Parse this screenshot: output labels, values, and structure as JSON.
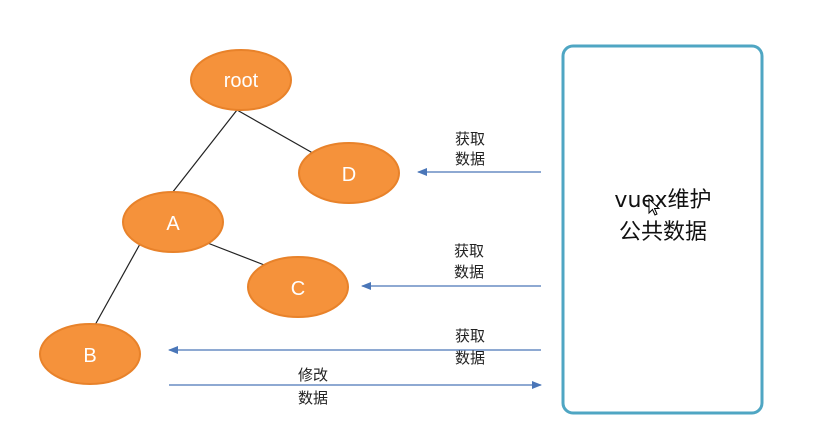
{
  "colors": {
    "node_fill": "#f5923b",
    "node_stroke": "#e8822a",
    "store_border": "#4fa6c3",
    "arrow": "#4a76b8",
    "edge": "#222222"
  },
  "tree": {
    "root": "root",
    "a": "A",
    "b": "B",
    "c": "C",
    "d": "D"
  },
  "store": {
    "line1": "vuex维护",
    "line2": "公共数据"
  },
  "arrows": {
    "get_d": [
      "获取",
      "数据"
    ],
    "get_c": [
      "获取",
      "数据"
    ],
    "get_b": [
      "获取",
      "数据"
    ],
    "modify": [
      "修改",
      "数据"
    ]
  },
  "icons": {
    "cursor": "mouse-cursor-icon"
  }
}
